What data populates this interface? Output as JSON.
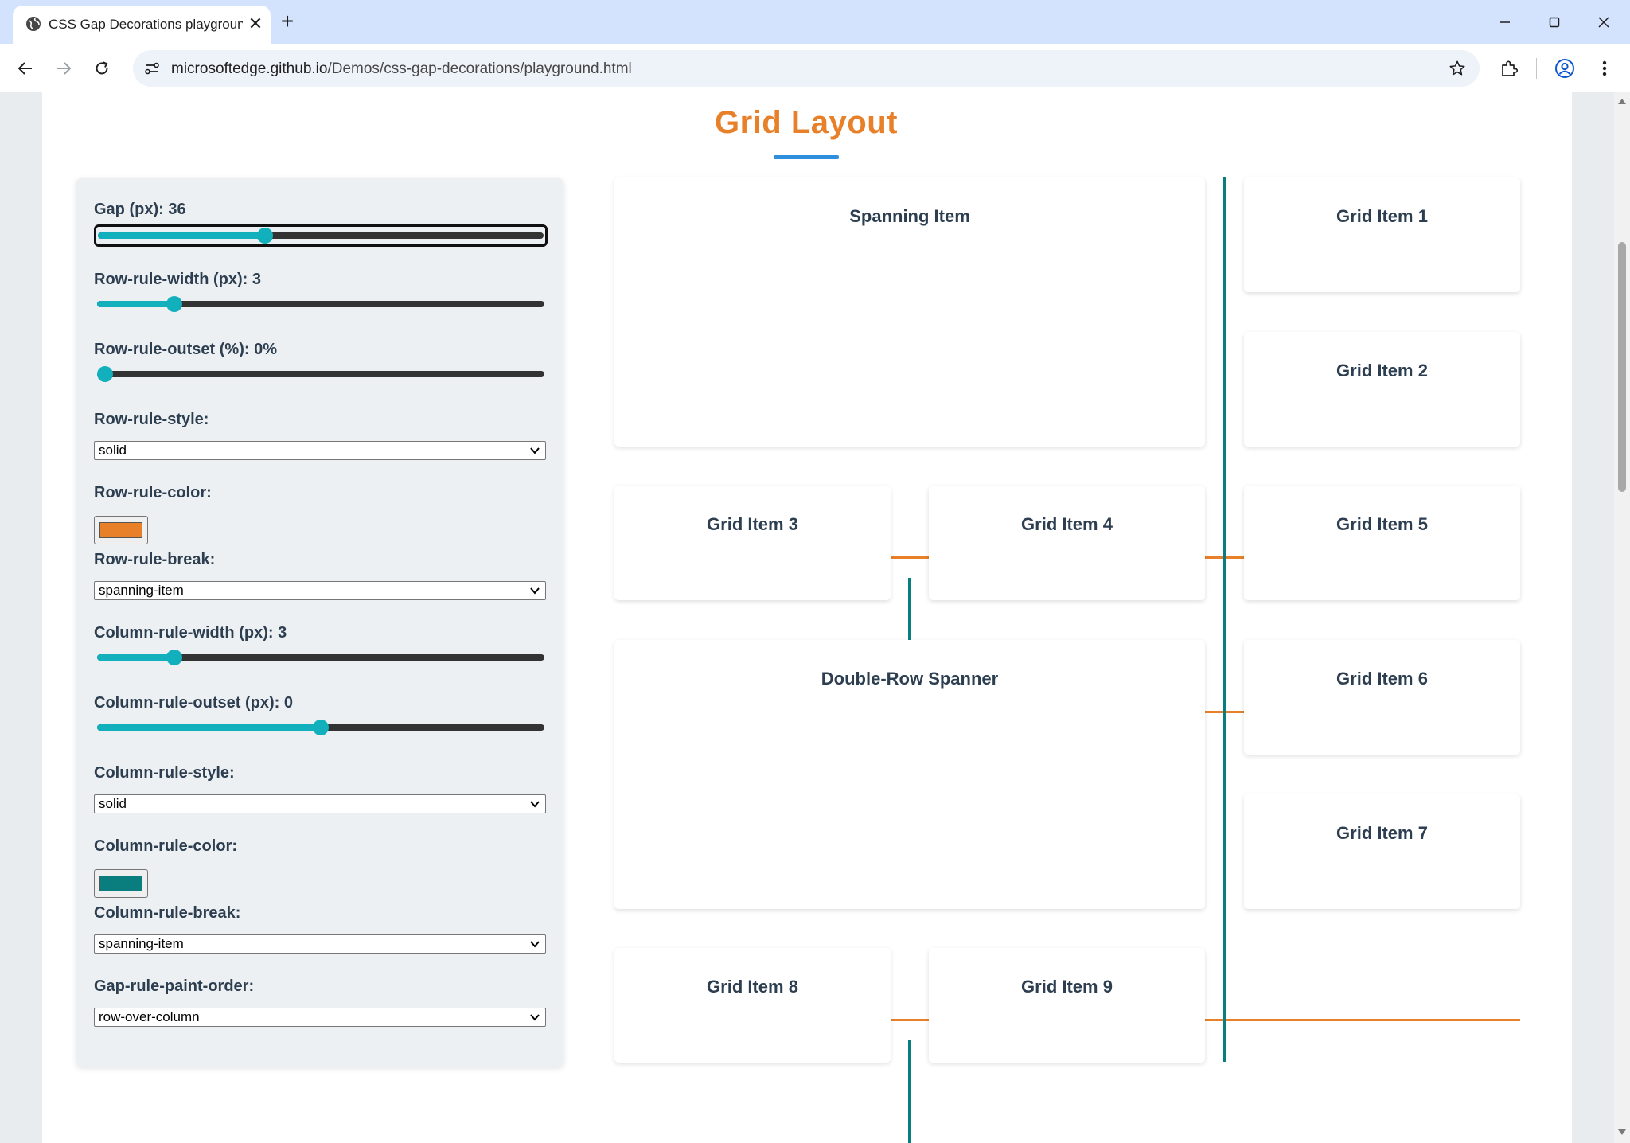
{
  "browser": {
    "tab_title": "CSS Gap Decorations playground",
    "tab_close": "✕",
    "new_tab": "+",
    "url_host": "microsoftedge.github.io",
    "url_path": "/Demos/css-gap-decorations/playground.html"
  },
  "page": {
    "title": "Grid Layout"
  },
  "controls": {
    "gap_label": "Gap (px): 36",
    "gap_value": 0.37,
    "row_rule_width_label": "Row-rule-width (px): 3",
    "row_rule_width_value": 0.16,
    "row_rule_outset_label": "Row-rule-outset (%): 0%",
    "row_rule_outset_value": 0.0,
    "row_rule_style_label": "Row-rule-style:",
    "row_rule_style_value": "solid",
    "row_rule_color_label": "Row-rule-color:",
    "row_rule_color": "#e8802a",
    "row_rule_break_label": "Row-rule-break:",
    "row_rule_break_value": "spanning-item",
    "column_rule_width_label": "Column-rule-width (px): 3",
    "column_rule_width_value": 0.16,
    "column_rule_outset_label": "Column-rule-outset (px): 0",
    "column_rule_outset_value": 0.5,
    "column_rule_style_label": "Column-rule-style:",
    "column_rule_style_value": "solid",
    "column_rule_color_label": "Column-rule-color:",
    "column_rule_color": "#0a7e7e",
    "column_rule_break_label": "Column-rule-break:",
    "column_rule_break_value": "spanning-item",
    "gap_rule_paint_order_label": "Gap-rule-paint-order:",
    "gap_rule_paint_order_value": "row-over-column"
  },
  "grid": {
    "spanning_item": "Spanning Item",
    "item_1": "Grid Item 1",
    "item_2": "Grid Item 2",
    "item_3": "Grid Item 3",
    "item_4": "Grid Item 4",
    "item_5": "Grid Item 5",
    "double_row_spanner": "Double-Row Spanner",
    "item_6": "Grid Item 6",
    "item_7": "Grid Item 7",
    "item_8": "Grid Item 8",
    "item_9": "Grid Item 9"
  }
}
